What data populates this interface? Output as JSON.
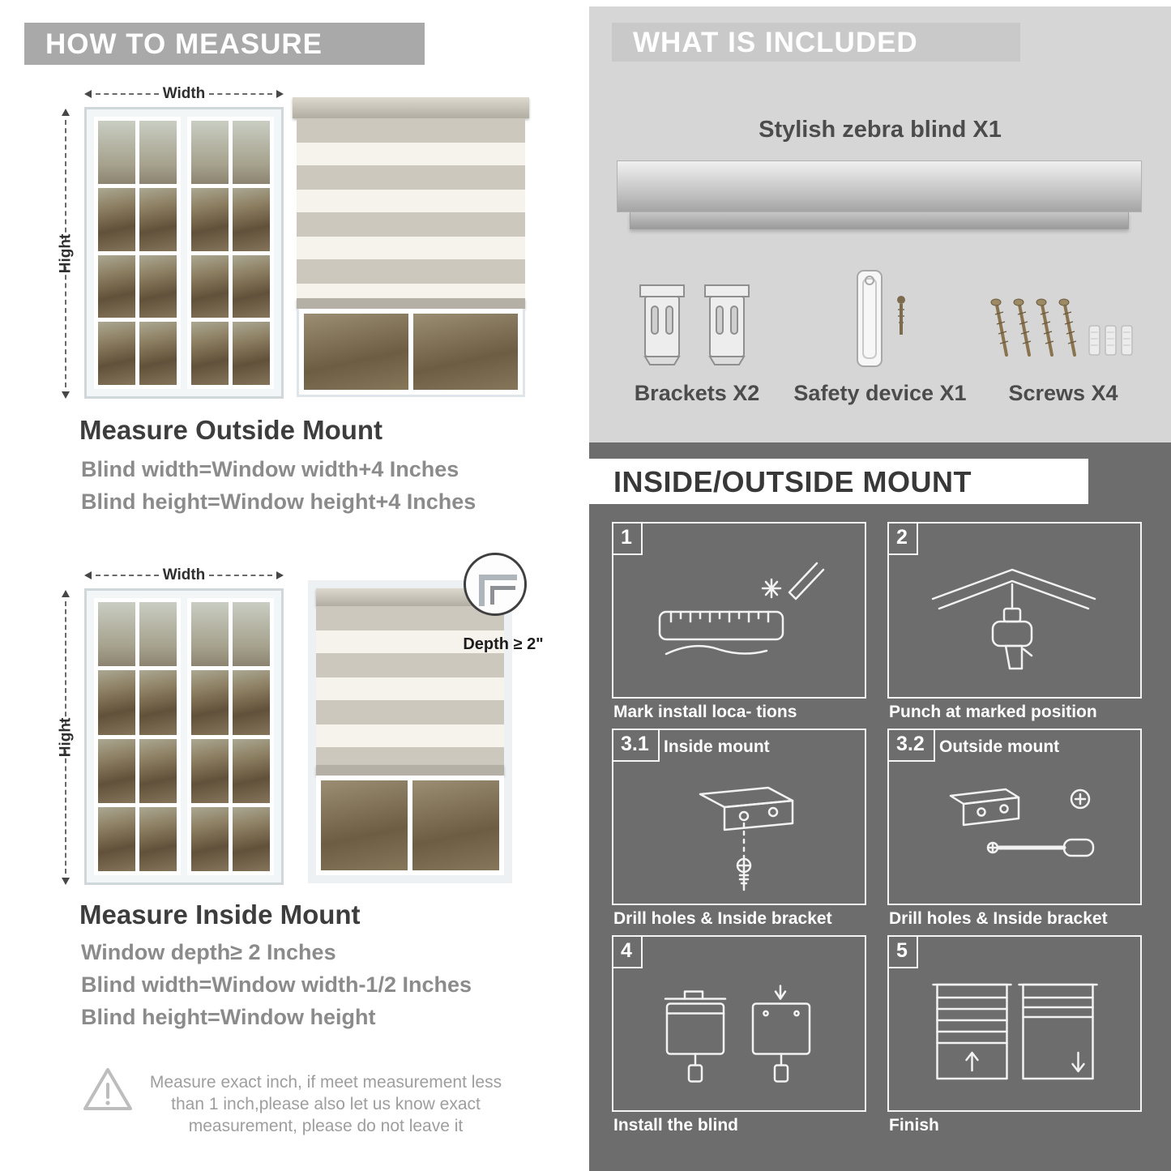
{
  "colors": {
    "left_header_bg": "#a9a9a9",
    "included_bg": "#d6d6d6",
    "included_header_bg": "#c9c9c9",
    "mount_section_bg": "#6d6d6d",
    "heading_text": "#3d3d3d",
    "formula_text": "#8b8b8b"
  },
  "left": {
    "header": "HOW TO MEASURE",
    "outside": {
      "width_label": "Width",
      "height_label": "Hight",
      "title": "Measure Outside Mount",
      "formulas": [
        "Blind width=Window width+4 Inches",
        "Blind height=Window height+4 Inches"
      ]
    },
    "inside": {
      "width_label": "Width",
      "height_label": "Hight",
      "depth_callout": "Depth ≥ 2\"",
      "title": "Measure Inside Mount",
      "formulas": [
        "Window depth≥ 2 Inches",
        "Blind width=Window width-1/2 Inches",
        "Blind height=Window height"
      ]
    },
    "warning_text": "Measure exact inch, if meet measurement less\nthan 1 inch,please also let us know exact\nmeasurement, please do not leave it"
  },
  "included": {
    "header": "WHAT IS INCLUDED",
    "product_label": "Stylish zebra blind X1",
    "items": [
      {
        "label": "Brackets X2"
      },
      {
        "label": "Safety device X1"
      },
      {
        "label": "Screws X4"
      }
    ]
  },
  "mount": {
    "header": "INSIDE/OUTSIDE MOUNT",
    "steps": [
      {
        "num": "1",
        "title": "",
        "caption": "Mark install loca- tions"
      },
      {
        "num": "2",
        "title": "",
        "caption": "Punch at  marked position"
      },
      {
        "num": "3.1",
        "title": "Inside mount",
        "caption": "Drill holes &  Inside bracket"
      },
      {
        "num": "3.2",
        "title": "Outside mount",
        "caption": "Drill holes &  Inside bracket"
      },
      {
        "num": "4",
        "title": "",
        "caption": "Install the blind"
      },
      {
        "num": "5",
        "title": "",
        "caption": "Finish"
      }
    ]
  }
}
